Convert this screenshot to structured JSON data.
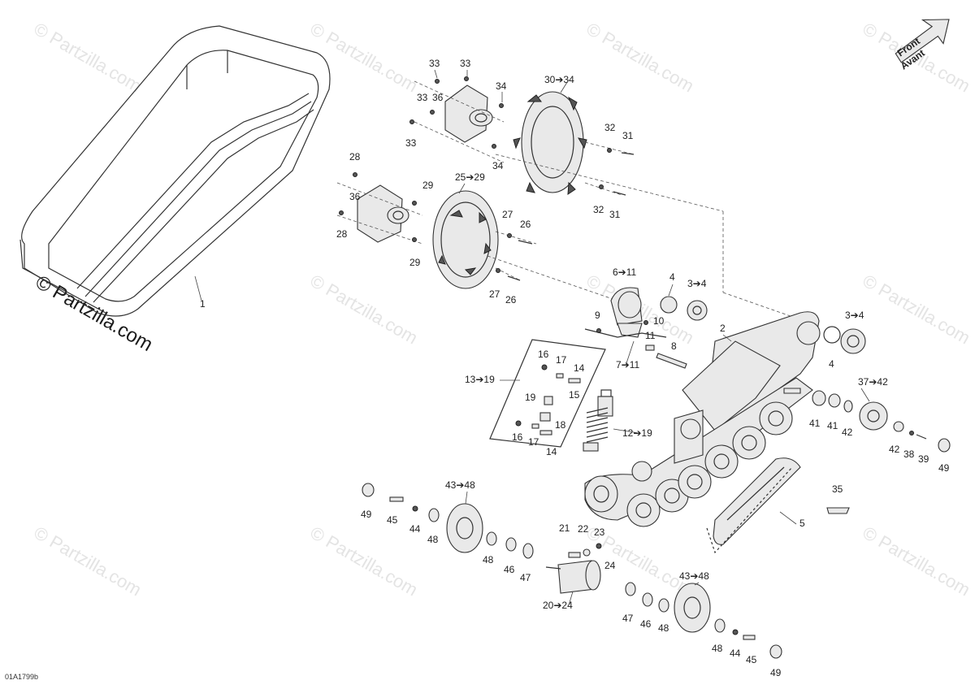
{
  "watermark": {
    "text": "© Partzilla.com",
    "main_text": "© Partzilla.com"
  },
  "front_arrow": {
    "line1": "Front",
    "line2": "Avant"
  },
  "diagram_code": "01A1799b",
  "callouts": [
    {
      "text": "1"
    },
    {
      "text": "2"
    },
    {
      "text": "3➔4"
    },
    {
      "text": "3➔4"
    },
    {
      "text": "4"
    },
    {
      "text": "4"
    },
    {
      "text": "5"
    },
    {
      "text": "6➔11"
    },
    {
      "text": "7➔11"
    },
    {
      "text": "8"
    },
    {
      "text": "9"
    },
    {
      "text": "10"
    },
    {
      "text": "11"
    },
    {
      "text": "12➔19"
    },
    {
      "text": "13➔19"
    },
    {
      "text": "14"
    },
    {
      "text": "14"
    },
    {
      "text": "15"
    },
    {
      "text": "16"
    },
    {
      "text": "16"
    },
    {
      "text": "17"
    },
    {
      "text": "17"
    },
    {
      "text": "18"
    },
    {
      "text": "19"
    },
    {
      "text": "20➔24"
    },
    {
      "text": "21"
    },
    {
      "text": "22"
    },
    {
      "text": "23"
    },
    {
      "text": "24"
    },
    {
      "text": "25➔29"
    },
    {
      "text": "26"
    },
    {
      "text": "26"
    },
    {
      "text": "27"
    },
    {
      "text": "27"
    },
    {
      "text": "28"
    },
    {
      "text": "28"
    },
    {
      "text": "29"
    },
    {
      "text": "29"
    },
    {
      "text": "30➔34"
    },
    {
      "text": "31"
    },
    {
      "text": "31"
    },
    {
      "text": "32"
    },
    {
      "text": "32"
    },
    {
      "text": "33"
    },
    {
      "text": "33"
    },
    {
      "text": "33"
    },
    {
      "text": "33"
    },
    {
      "text": "34"
    },
    {
      "text": "34"
    },
    {
      "text": "35"
    },
    {
      "text": "36"
    },
    {
      "text": "36"
    },
    {
      "text": "37➔42"
    },
    {
      "text": "38"
    },
    {
      "text": "39"
    },
    {
      "text": "41"
    },
    {
      "text": "41"
    },
    {
      "text": "42"
    },
    {
      "text": "42"
    },
    {
      "text": "43➔48"
    },
    {
      "text": "43➔48"
    },
    {
      "text": "44"
    },
    {
      "text": "44"
    },
    {
      "text": "45"
    },
    {
      "text": "45"
    },
    {
      "text": "46"
    },
    {
      "text": "46"
    },
    {
      "text": "47"
    },
    {
      "text": "47"
    },
    {
      "text": "48"
    },
    {
      "text": "48"
    },
    {
      "text": "48"
    },
    {
      "text": "48"
    },
    {
      "text": "49"
    },
    {
      "text": "49"
    },
    {
      "text": "49"
    }
  ]
}
